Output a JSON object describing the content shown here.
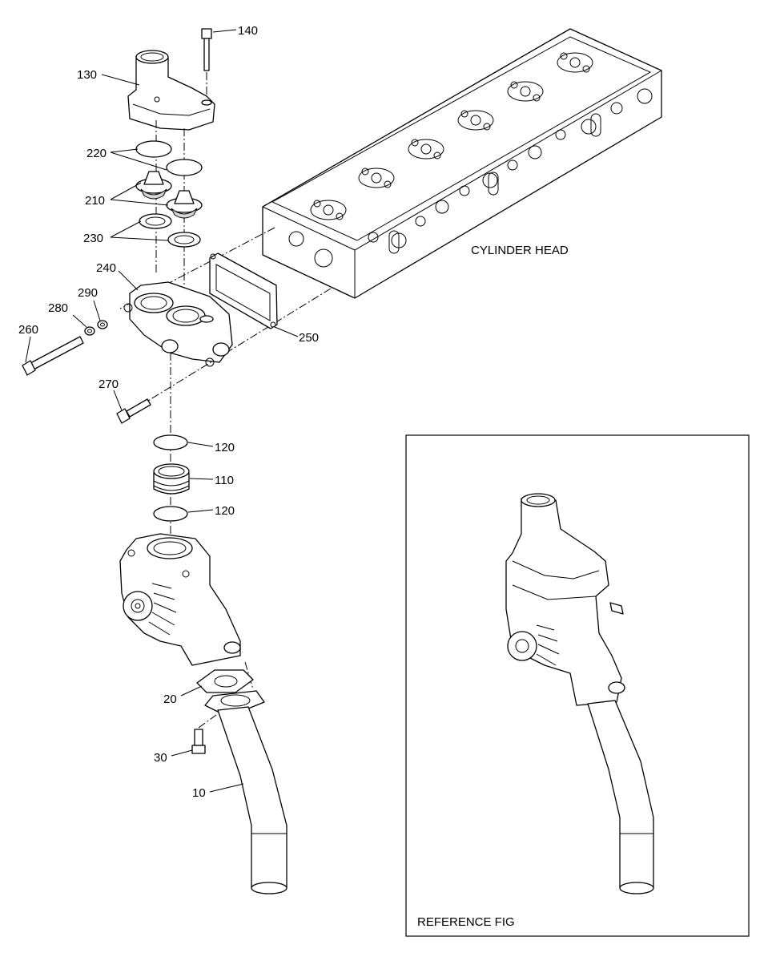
{
  "labels": {
    "p140": "140",
    "p130": "130",
    "p220": "220",
    "p210": "210",
    "p230": "230",
    "p240": "240",
    "p290": "290",
    "p280": "280",
    "p260": "260",
    "p250": "250",
    "p270": "270",
    "p120a": "120",
    "p110": "110",
    "p120b": "120",
    "p20": "20",
    "p30": "30",
    "p10": "10"
  },
  "cylinder_head_label": "CYLINDER HEAD",
  "reference_label": "REFERENCE FIG",
  "colors": {
    "line": "#000000",
    "background": "#ffffff",
    "shade": "#d8d8d8"
  }
}
